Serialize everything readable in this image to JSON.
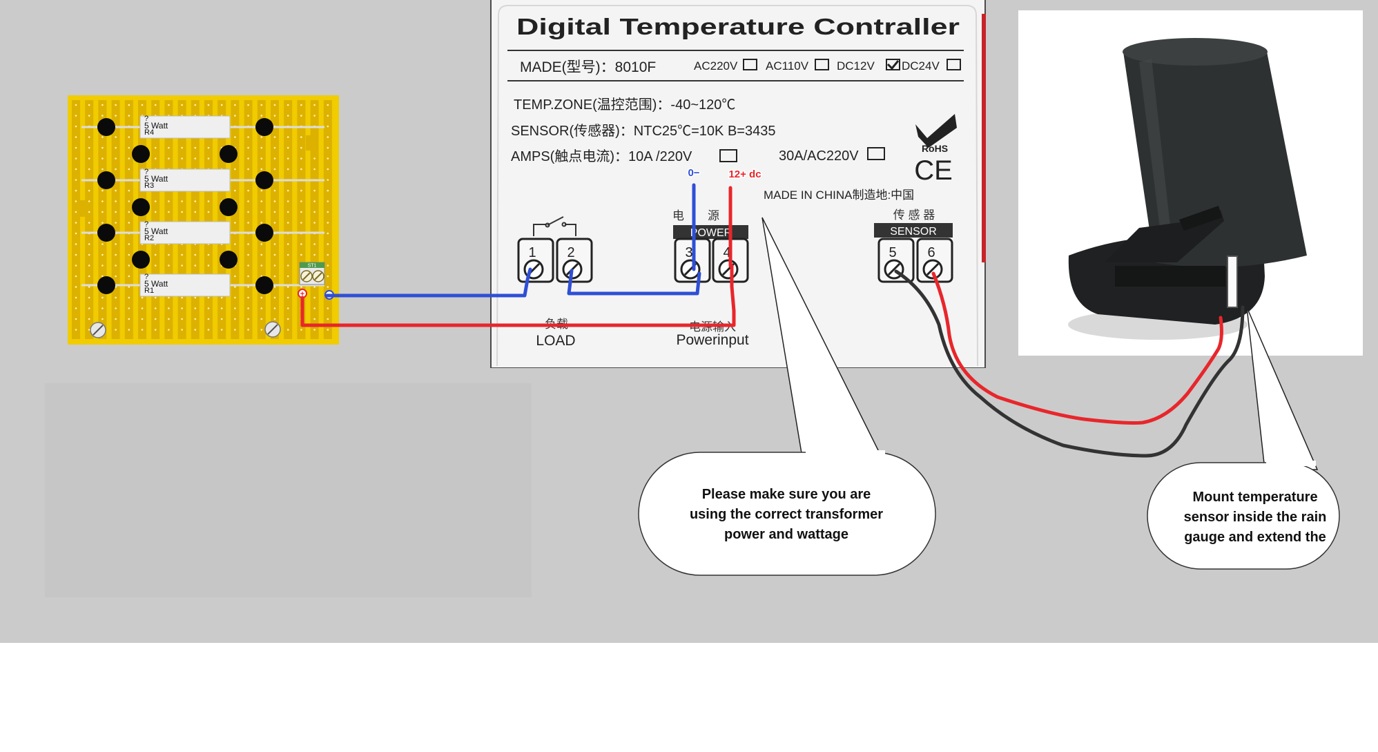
{
  "colors": {
    "background_gray": "#cbcbcb",
    "board_yellow": "#f0cc00",
    "board_strip": "#ddb100",
    "wire_red": "#e8262b",
    "wire_blue": "#2f4fd6",
    "wire_black": "#333333",
    "panel_white": "#f4f4f4",
    "gauge_black": "#2e3132"
  },
  "board": {
    "resistors": [
      {
        "q": "?",
        "watt": "5 Watt",
        "ref": "R4"
      },
      {
        "q": "?",
        "watt": "5 Watt",
        "ref": "R3"
      },
      {
        "q": "?",
        "watt": "5 Watt",
        "ref": "R2"
      },
      {
        "q": "?",
        "watt": "5 Watt",
        "ref": "R1"
      }
    ],
    "terminal_label": "ST1",
    "plus_sign": "+",
    "minus_sign": "−"
  },
  "controller": {
    "title": "Digital Temperature Contraller",
    "model_label": "MADE(型号)：8010F",
    "voltage_options": [
      "AC220V",
      "AC110V",
      "DC12V",
      "DC24V"
    ],
    "selected_voltage": "DC12V",
    "temp_zone": "TEMP.ZONE(温控范围)：-40~120℃",
    "sensor": "SENSOR(传感器)：NTC25℃=10K B=3435",
    "amps_1": "AMPS(触点电流)：10A /220V",
    "amps_2": "30A/AC220V",
    "made_in": "MADE IN CHINA制造地:中国",
    "rohs": "RoHS",
    "ce": "CE",
    "terminals": [
      "1",
      "2",
      "3",
      "4",
      "5",
      "6"
    ],
    "power_cn": "电　　源",
    "power_label": "POWER",
    "sensor_cn": "传 感 器",
    "sensor_label": "SENSOR",
    "load_cn": "负载",
    "load_label": "LOAD",
    "powerinput_cn": "电源输入",
    "powerinput_label": "Powerinput",
    "neg_label": "0−",
    "pos_label": "12+ dc"
  },
  "callouts": {
    "transformer": [
      "Please make sure you are",
      "using the correct transformer",
      "power and wattage"
    ],
    "sensor": [
      "Mount temperature",
      "sensor inside the rain",
      "gauge and extend the"
    ]
  }
}
